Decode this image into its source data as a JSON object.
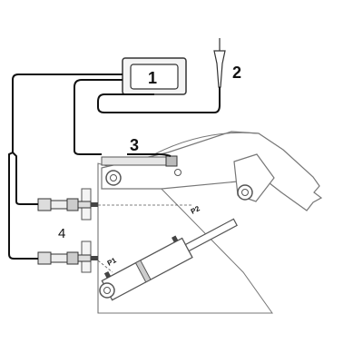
{
  "labels": {
    "monitor": "1",
    "probe": "2",
    "sensor": "3",
    "pressure_transducers": "4",
    "p1": "P1",
    "p2": "P2"
  },
  "colors": {
    "line": "#111111",
    "gray_fill": "#e6e6e6",
    "light_fill": "#f4f4f4"
  }
}
